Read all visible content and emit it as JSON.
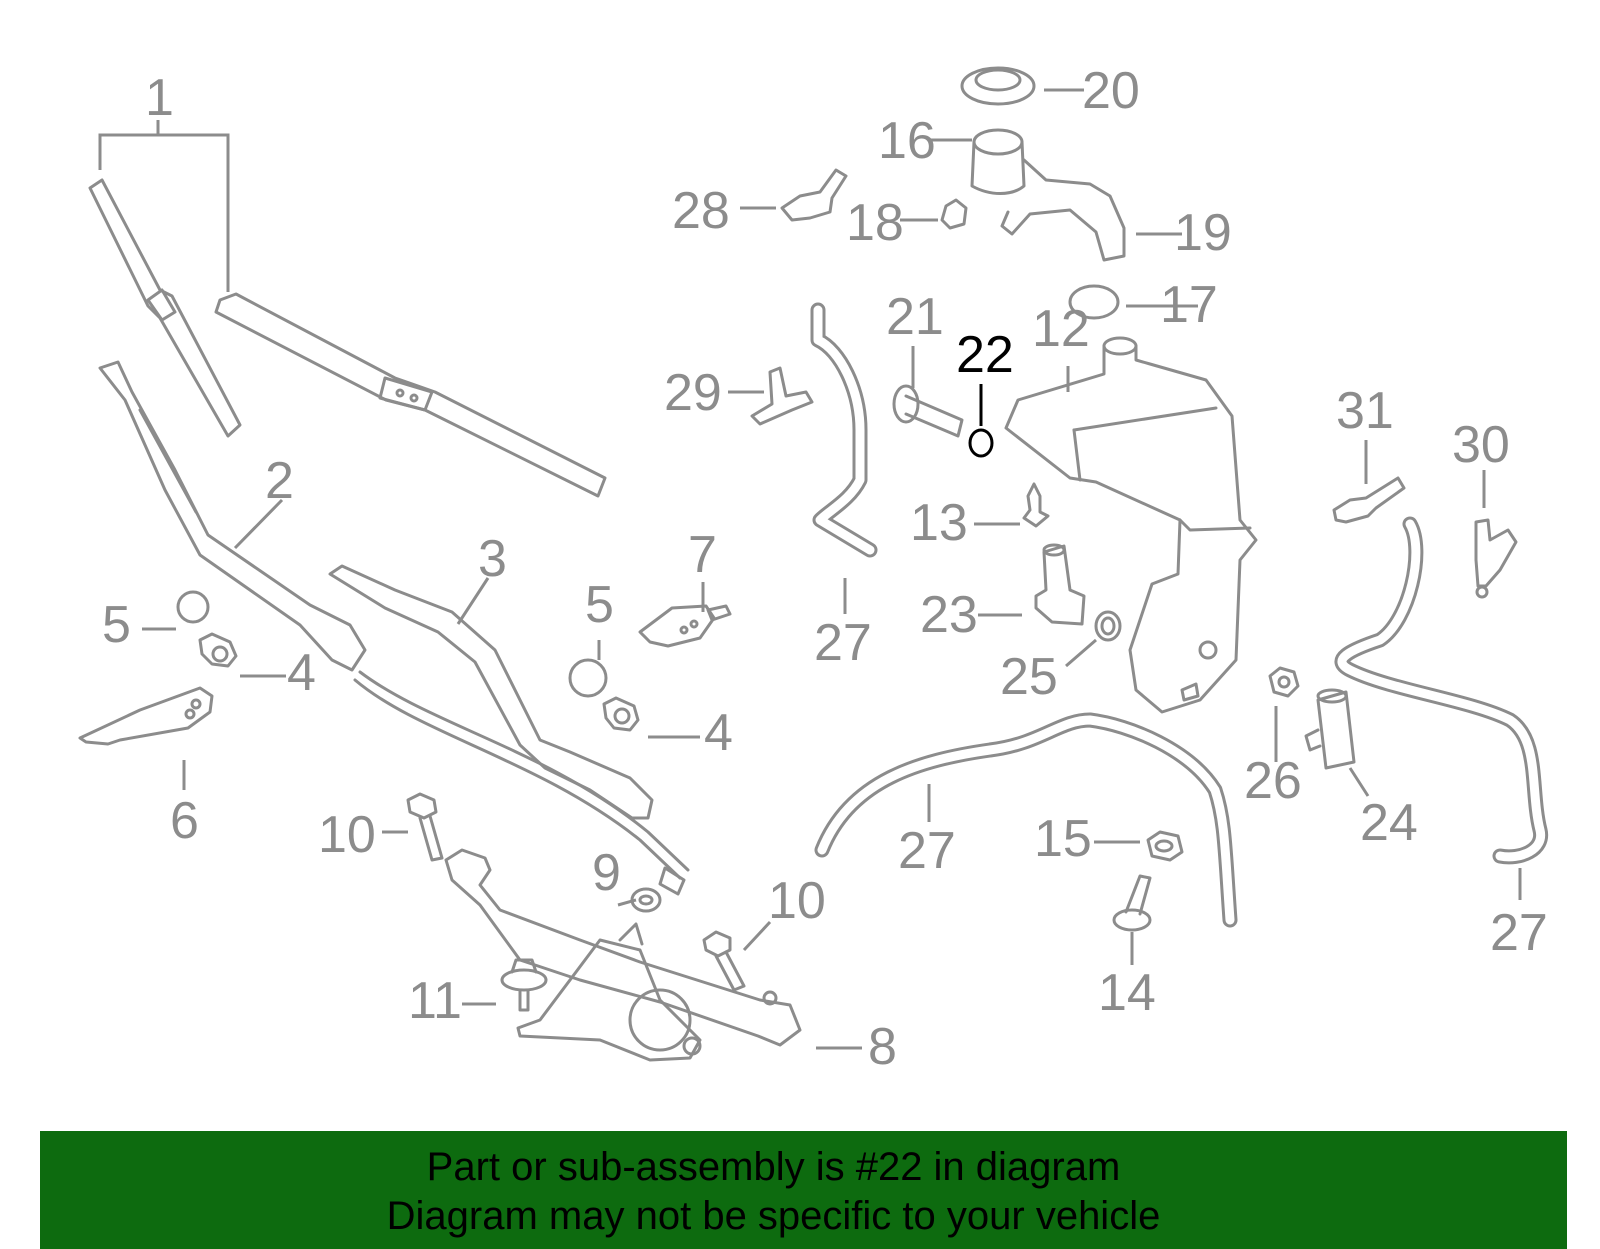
{
  "diagram": {
    "callouts": [
      {
        "id": "c1",
        "text": "1"
      },
      {
        "id": "c2",
        "text": "2"
      },
      {
        "id": "c3",
        "text": "3"
      },
      {
        "id": "c4a",
        "text": "4"
      },
      {
        "id": "c4b",
        "text": "4"
      },
      {
        "id": "c5a",
        "text": "5"
      },
      {
        "id": "c5b",
        "text": "5"
      },
      {
        "id": "c6",
        "text": "6"
      },
      {
        "id": "c7",
        "text": "7"
      },
      {
        "id": "c8",
        "text": "8"
      },
      {
        "id": "c9",
        "text": "9"
      },
      {
        "id": "c10a",
        "text": "10"
      },
      {
        "id": "c10b",
        "text": "10"
      },
      {
        "id": "c11",
        "text": "11"
      },
      {
        "id": "c12",
        "text": "12"
      },
      {
        "id": "c13",
        "text": "13"
      },
      {
        "id": "c14",
        "text": "14"
      },
      {
        "id": "c15",
        "text": "15"
      },
      {
        "id": "c16",
        "text": "16"
      },
      {
        "id": "c17",
        "text": "17"
      },
      {
        "id": "c18",
        "text": "18"
      },
      {
        "id": "c19",
        "text": "19"
      },
      {
        "id": "c20",
        "text": "20"
      },
      {
        "id": "c21",
        "text": "21"
      },
      {
        "id": "c22",
        "text": "22"
      },
      {
        "id": "c23",
        "text": "23"
      },
      {
        "id": "c24",
        "text": "24"
      },
      {
        "id": "c25",
        "text": "25"
      },
      {
        "id": "c26",
        "text": "26"
      },
      {
        "id": "c27a",
        "text": "27"
      },
      {
        "id": "c27b",
        "text": "27"
      },
      {
        "id": "c27c",
        "text": "27"
      },
      {
        "id": "c28",
        "text": "28"
      },
      {
        "id": "c29",
        "text": "29"
      },
      {
        "id": "c30",
        "text": "30"
      },
      {
        "id": "c31",
        "text": "31"
      }
    ],
    "highlighted_part": "22",
    "colors": {
      "line": "#8c8c8c",
      "highlight": "#000000",
      "banner_bg": "#0d6b0f"
    }
  },
  "banner": {
    "line1": "Part or sub-assembly is #22 in diagram",
    "line2": "Diagram may not be specific to your vehicle"
  }
}
